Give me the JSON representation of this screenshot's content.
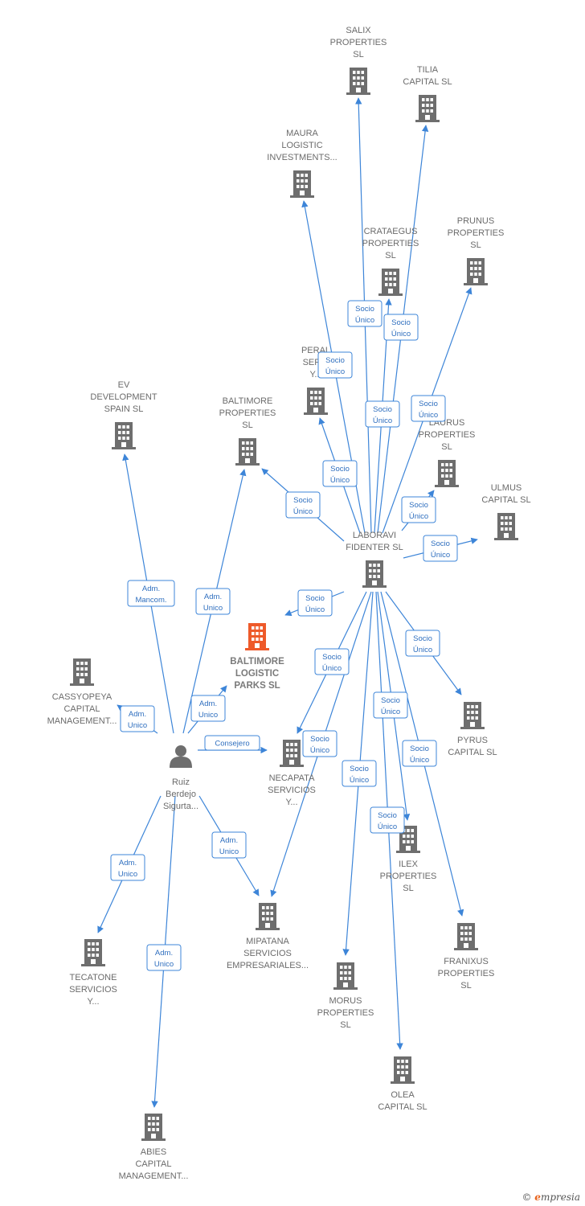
{
  "colors": {
    "edge": "#3d85d8",
    "node": "#6e6e6e",
    "focus": "#ee5a2a",
    "label": "#6b6b6b"
  },
  "nodes": [
    {
      "id": "salix",
      "type": "company",
      "lines": [
        "SALIX",
        "PROPERTIES",
        "SL"
      ]
    },
    {
      "id": "tilia",
      "type": "company",
      "lines": [
        "TILIA",
        "CAPITAL  SL"
      ]
    },
    {
      "id": "maura",
      "type": "company",
      "lines": [
        "MAURA",
        "LOGISTIC",
        "INVESTMENTS..."
      ]
    },
    {
      "id": "crataegus",
      "type": "company",
      "lines": [
        "CRATAEGUS",
        "PROPERTIES",
        "SL"
      ]
    },
    {
      "id": "prunus",
      "type": "company",
      "lines": [
        "PRUNUS",
        "PROPERTIES",
        "SL"
      ]
    },
    {
      "id": "peral",
      "type": "company",
      "lines": [
        "PERAL",
        "SERVI",
        "Y..."
      ]
    },
    {
      "id": "ev",
      "type": "company",
      "lines": [
        "EV",
        "DEVELOPMENT",
        "SPAIN  SL"
      ]
    },
    {
      "id": "baltprop",
      "type": "company",
      "lines": [
        "BALTIMORE",
        "PROPERTIES",
        "SL"
      ]
    },
    {
      "id": "laurus",
      "type": "company",
      "lines": [
        "LAURUS",
        "PROPERTIES",
        "SL"
      ]
    },
    {
      "id": "ulmus",
      "type": "company",
      "lines": [
        "ULMUS",
        "CAPITAL  SL"
      ]
    },
    {
      "id": "laboravi",
      "type": "company",
      "lines": [
        "LABORAVI",
        "FIDENTER SL"
      ]
    },
    {
      "id": "baltlog",
      "type": "focus",
      "lines": [
        "BALTIMORE",
        "LOGISTIC",
        "PARKS  SL"
      ]
    },
    {
      "id": "cassyopeya",
      "type": "company",
      "lines": [
        "CASSYOPEYA",
        "CAPITAL",
        "MANAGEMENT..."
      ]
    },
    {
      "id": "pyrus",
      "type": "company",
      "lines": [
        "PYRUS",
        "CAPITAL  SL"
      ]
    },
    {
      "id": "ruiz",
      "type": "person",
      "lines": [
        "Ruiz",
        "Berdejo",
        "Sigurta..."
      ]
    },
    {
      "id": "necapata",
      "type": "company",
      "lines": [
        "NECAPATA",
        "SERVICIOS",
        "Y..."
      ]
    },
    {
      "id": "ilex",
      "type": "company",
      "lines": [
        "ILEX",
        "PROPERTIES",
        "SL"
      ]
    },
    {
      "id": "mipatana",
      "type": "company",
      "lines": [
        "MIPATANA",
        "SERVICIOS",
        "EMPRESARIALES..."
      ]
    },
    {
      "id": "tecatone",
      "type": "company",
      "lines": [
        "TECATONE",
        "SERVICIOS",
        "Y..."
      ]
    },
    {
      "id": "franixus",
      "type": "company",
      "lines": [
        "FRANIXUS",
        "PROPERTIES",
        "SL"
      ]
    },
    {
      "id": "morus",
      "type": "company",
      "lines": [
        "MORUS",
        "PROPERTIES",
        "SL"
      ]
    },
    {
      "id": "olea",
      "type": "company",
      "lines": [
        "OLEA",
        "CAPITAL  SL"
      ]
    },
    {
      "id": "abies",
      "type": "company",
      "lines": [
        "ABIES",
        "CAPITAL",
        "MANAGEMENT..."
      ]
    }
  ],
  "edges": [
    {
      "from": "laboravi",
      "to": "salix",
      "label": [
        "Socio",
        "Único"
      ]
    },
    {
      "from": "laboravi",
      "to": "tilia",
      "label": [
        "Socio",
        "Único"
      ]
    },
    {
      "from": "laboravi",
      "to": "maura",
      "label": [
        "Socio",
        "Único"
      ]
    },
    {
      "from": "laboravi",
      "to": "crataegus",
      "label": [
        "Socio",
        "Único"
      ]
    },
    {
      "from": "laboravi",
      "to": "prunus",
      "label": [
        "Socio",
        "Único"
      ]
    },
    {
      "from": "laboravi",
      "to": "peral",
      "label": [
        "Socio",
        "Único"
      ]
    },
    {
      "from": "laboravi",
      "to": "baltprop",
      "label": [
        "Socio",
        "Único"
      ]
    },
    {
      "from": "laboravi",
      "to": "laurus",
      "label": [
        "Socio",
        "Único"
      ]
    },
    {
      "from": "laboravi",
      "to": "ulmus",
      "label": [
        "Socio",
        "Único"
      ]
    },
    {
      "from": "laboravi",
      "to": "baltlog",
      "label": [
        "Socio",
        "Único"
      ]
    },
    {
      "from": "laboravi",
      "to": "pyrus",
      "label": [
        "Socio",
        "Único"
      ]
    },
    {
      "from": "laboravi",
      "to": "necapata",
      "label": [
        "Socio",
        "Único"
      ]
    },
    {
      "from": "laboravi",
      "to": "mipatana",
      "label": [
        "Socio",
        "Único"
      ]
    },
    {
      "from": "laboravi",
      "to": "ilex",
      "label": [
        "Socio",
        "Único"
      ]
    },
    {
      "from": "laboravi",
      "to": "franixus",
      "label": [
        "Socio",
        "Único"
      ]
    },
    {
      "from": "laboravi",
      "to": "morus",
      "label": [
        "Socio",
        "Único"
      ]
    },
    {
      "from": "laboravi",
      "to": "olea",
      "label": [
        "Socio",
        "Único"
      ]
    },
    {
      "from": "ruiz",
      "to": "ev",
      "label": [
        "Adm.",
        "Mancom."
      ]
    },
    {
      "from": "ruiz",
      "to": "baltprop",
      "label": [
        "Adm.",
        "Unico"
      ]
    },
    {
      "from": "ruiz",
      "to": "baltlog",
      "label": [
        "Adm.",
        "Unico"
      ]
    },
    {
      "from": "ruiz",
      "to": "cassyopeya",
      "label": [
        "Adm.",
        "Unico"
      ]
    },
    {
      "from": "ruiz",
      "to": "necapata",
      "label": [
        "Consejero"
      ]
    },
    {
      "from": "ruiz",
      "to": "mipatana",
      "label": [
        "Adm.",
        "Unico"
      ]
    },
    {
      "from": "ruiz",
      "to": "tecatone",
      "label": [
        "Adm.",
        "Unico"
      ]
    },
    {
      "from": "ruiz",
      "to": "abies",
      "label": [
        "Adm.",
        "Unico"
      ]
    }
  ],
  "brand": {
    "copyright": "©",
    "logo_initial": "e",
    "logo_rest": "mpresia"
  }
}
